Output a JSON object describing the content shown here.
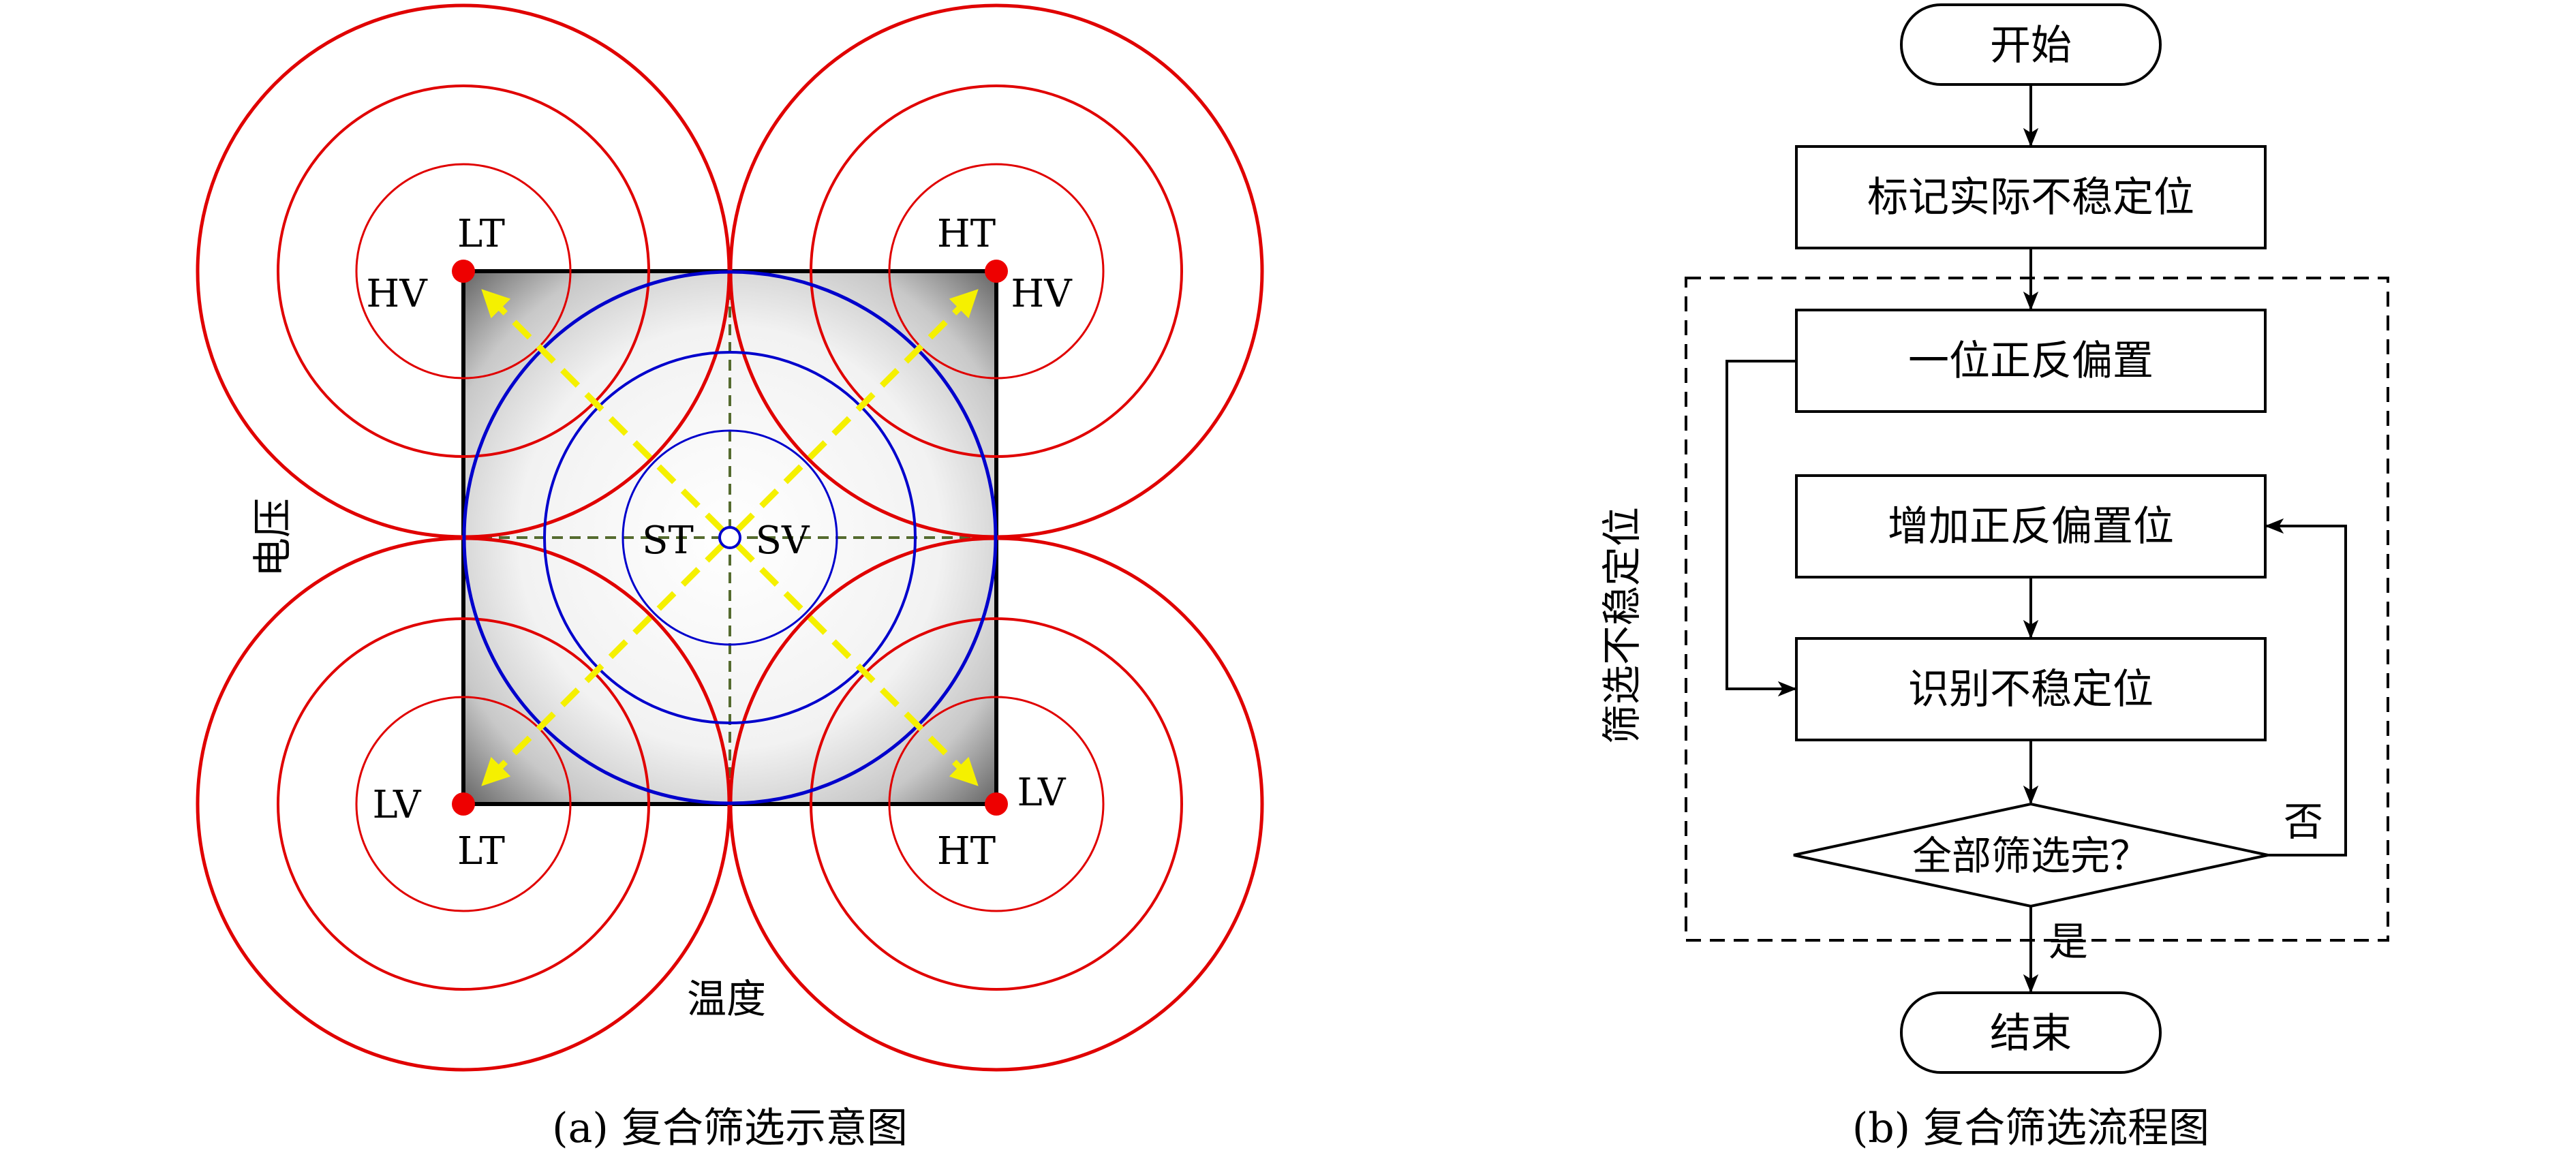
{
  "panel_a": {
    "corner_labels": {
      "top_left_temp": "LT",
      "top_left_volt": "HV",
      "top_right_temp": "HT",
      "top_right_volt": "HV",
      "bottom_left_volt": "LV",
      "bottom_left_temp": "LT",
      "bottom_right_volt": "LV",
      "bottom_right_temp": "HT"
    },
    "center_left": "ST",
    "center_right": "SV",
    "axis_voltage": "电压",
    "axis_temperature": "温度",
    "caption": "(a) 复合筛选示意图",
    "colors": {
      "ring_red": "#e00000",
      "ring_blue": "#0000cc",
      "arrow_yellow": "#f5f000",
      "crosshair": "#556b2f",
      "point_red": "#ee0000"
    }
  },
  "panel_b": {
    "start": "开始",
    "step_mark": "标记实际不稳定位",
    "step_single_bias": "一位正反偏置",
    "step_add_bias": "增加正反偏置位",
    "step_identify": "识别不稳定位",
    "decision": "全部筛选完？",
    "no_label": "否",
    "yes_label": "是",
    "end": "结束",
    "group_label": "筛选不稳定位",
    "caption": "(b) 复合筛选流程图"
  }
}
